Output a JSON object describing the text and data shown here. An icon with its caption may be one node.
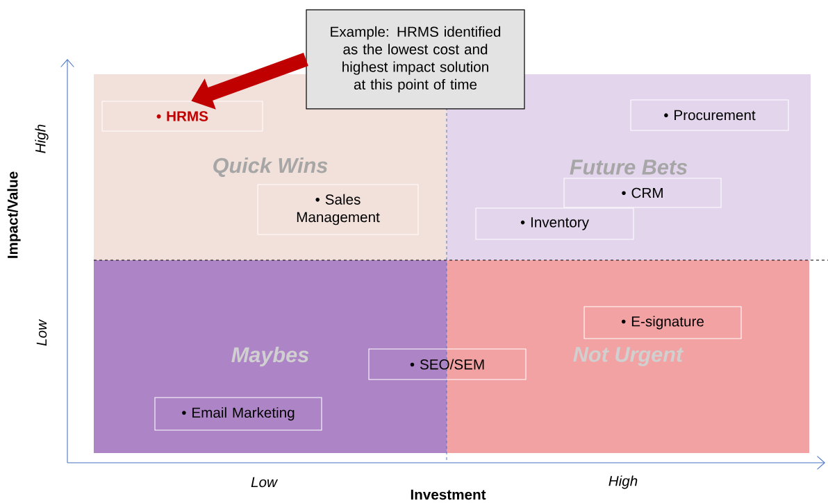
{
  "diagram": {
    "nodes": [
      {
        "text": [
          "Example: HRMS identified as the lowest cost and highest impact solution at this point of time"
        ]
      },
      {
        "text": [
          "Quick Wins"
        ]
      },
      {
        "text": [
          "• HRMS"
        ],
        "in": 1
      },
      {
        "text": [
          "• Sales Management"
        ],
        "in": 1
      },
      {
        "text": [
          "Future Bets"
        ]
      },
      {
        "text": [
          "• Procurement"
        ],
        "in": 4
      },
      {
        "text": [
          "• CRM"
        ],
        "in": 4
      },
      {
        "text": [
          "• Inventory"
        ],
        "in": 4
      },
      {
        "text": [
          "Maybes"
        ]
      },
      {
        "text": [
          "• Email Marketing"
        ],
        "in": 8
      },
      {
        "text": [
          "• SEO/SEM"
        ]
      },
      {
        "text": [
          "Not Urgent"
        ]
      },
      {
        "text": [
          "• E-signature"
        ],
        "in": 11
      }
    ],
    "edges": [
      {
        "from": 0,
        "to": 2,
        "arrow": "to",
        "color": "#c00000"
      }
    ],
    "labels": [
      "High",
      "Impact/Value",
      "Low",
      "Low",
      "High",
      "Investment"
    ]
  }
}
